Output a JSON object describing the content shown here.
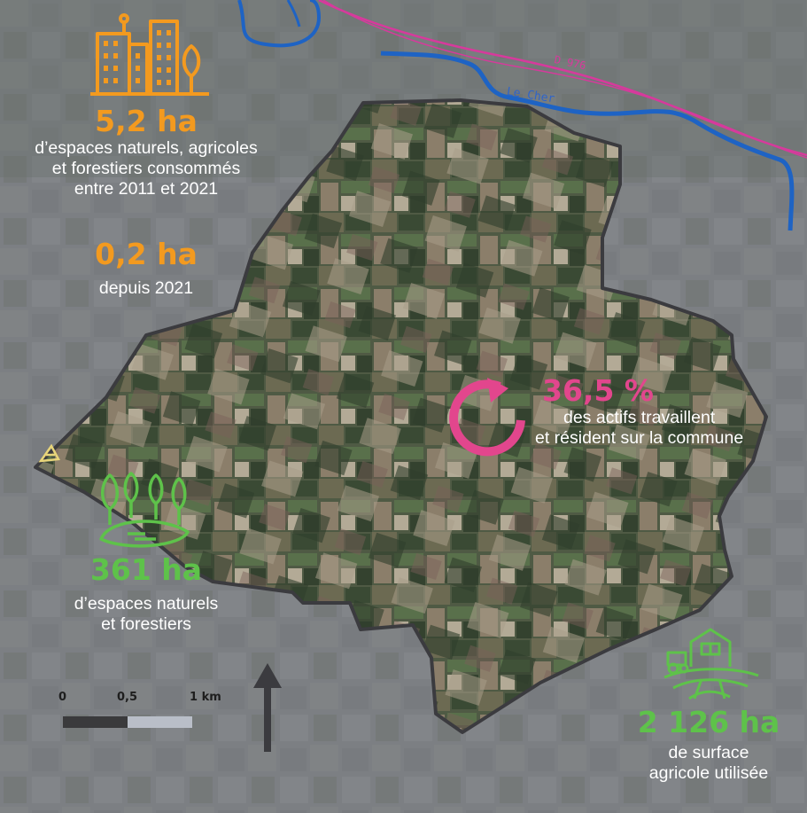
{
  "rivers": {
    "cher_label": "Le Cher",
    "road_label": "D 976"
  },
  "stats": {
    "consumed": {
      "value": "5,2 ha",
      "lines": [
        "d’espaces naturels, agricoles",
        "et forestiers consommés",
        "entre 2011 et 2021"
      ],
      "icon": "buildings-tree-icon"
    },
    "since": {
      "value": "0,2 ha",
      "text": "depuis 2021"
    },
    "workers": {
      "value": "36,5 %",
      "lines": [
        "des actifs travaillent",
        "et résident sur la commune"
      ],
      "icon": "circular-arrow-icon"
    },
    "natural": {
      "value": "361 ha",
      "lines": [
        "d’espaces naturels",
        "et forestiers"
      ],
      "icon": "forest-icon"
    },
    "agricultural": {
      "value": "2 126 ha",
      "lines": [
        "de surface",
        "agricole utilisée"
      ],
      "icon": "farm-icon"
    }
  },
  "scale_bar": {
    "labels": [
      "0",
      "0,5",
      "1 km"
    ]
  },
  "north_arrow": {
    "icon": "north-arrow-icon"
  },
  "colors": {
    "orange": "#f39a1f",
    "pink": "#e2468d",
    "green": "#5ec24a",
    "river": "#1e63c4",
    "road": "#d63a9c",
    "boundary": "#3b3b3f"
  }
}
